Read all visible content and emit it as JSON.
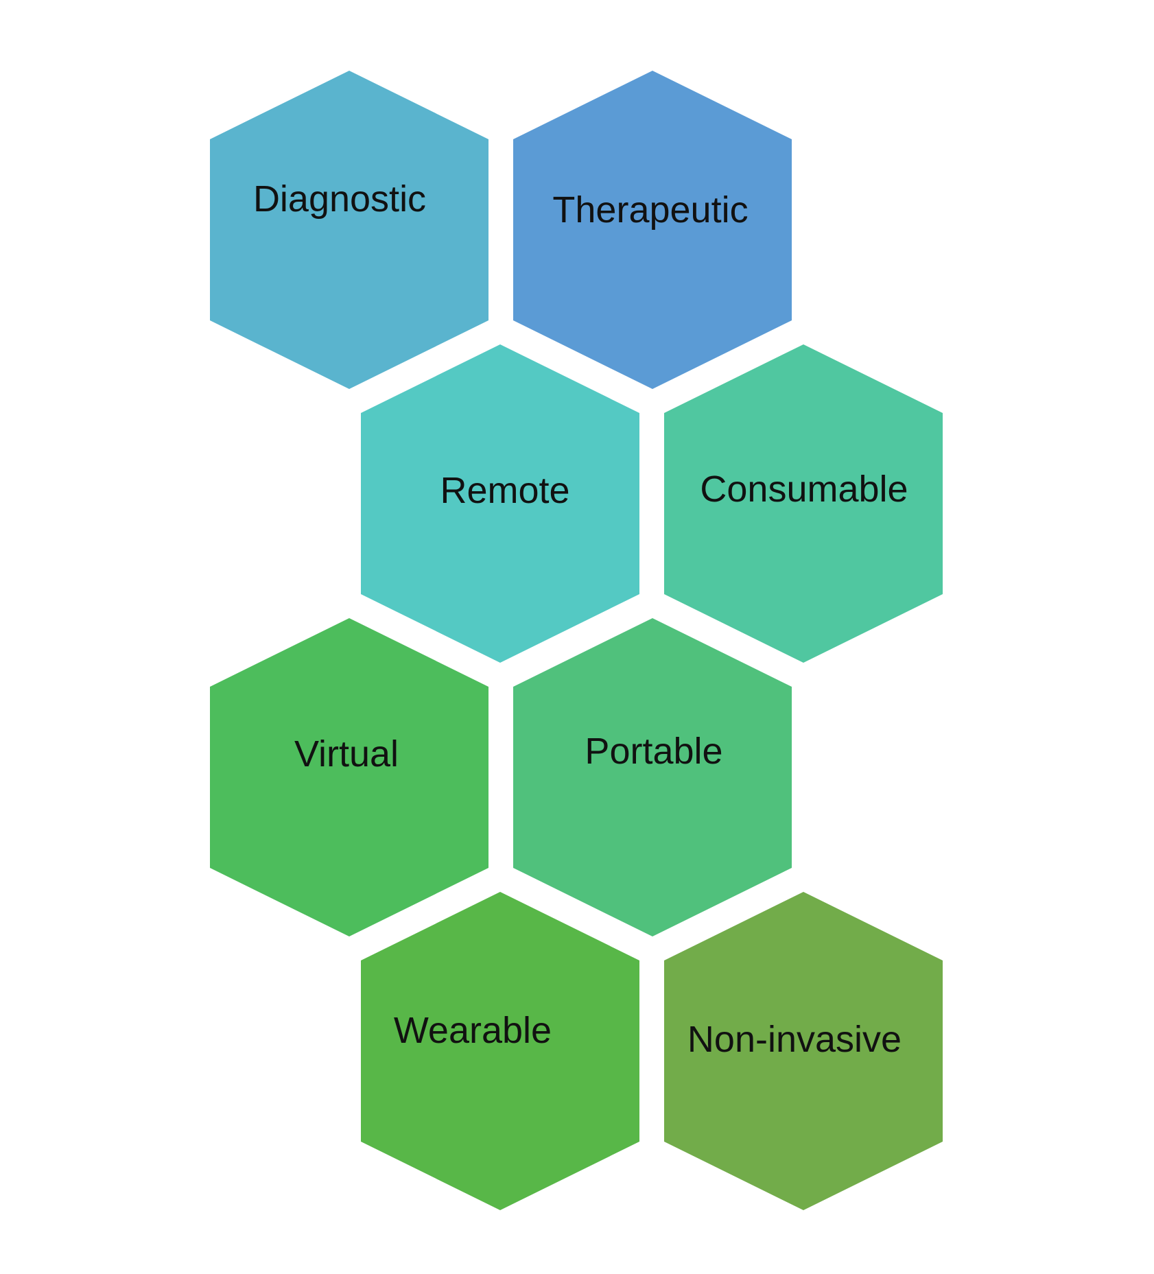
{
  "diagram": {
    "hexagons": [
      {
        "label": "Diagnostic",
        "color": "#5AB4CE"
      },
      {
        "label": "Therapeutic",
        "color": "#5B9BD5"
      },
      {
        "label": "Remote",
        "color": "#54C9C3"
      },
      {
        "label": "Consumable",
        "color": "#50C7A0"
      },
      {
        "label": "Virtual",
        "color": "#4DBD5C"
      },
      {
        "label": "Portable",
        "color": "#50C17C"
      },
      {
        "label": "Wearable",
        "color": "#58B748"
      },
      {
        "label": "Non-invasive",
        "color": "#72AC4A"
      }
    ]
  }
}
